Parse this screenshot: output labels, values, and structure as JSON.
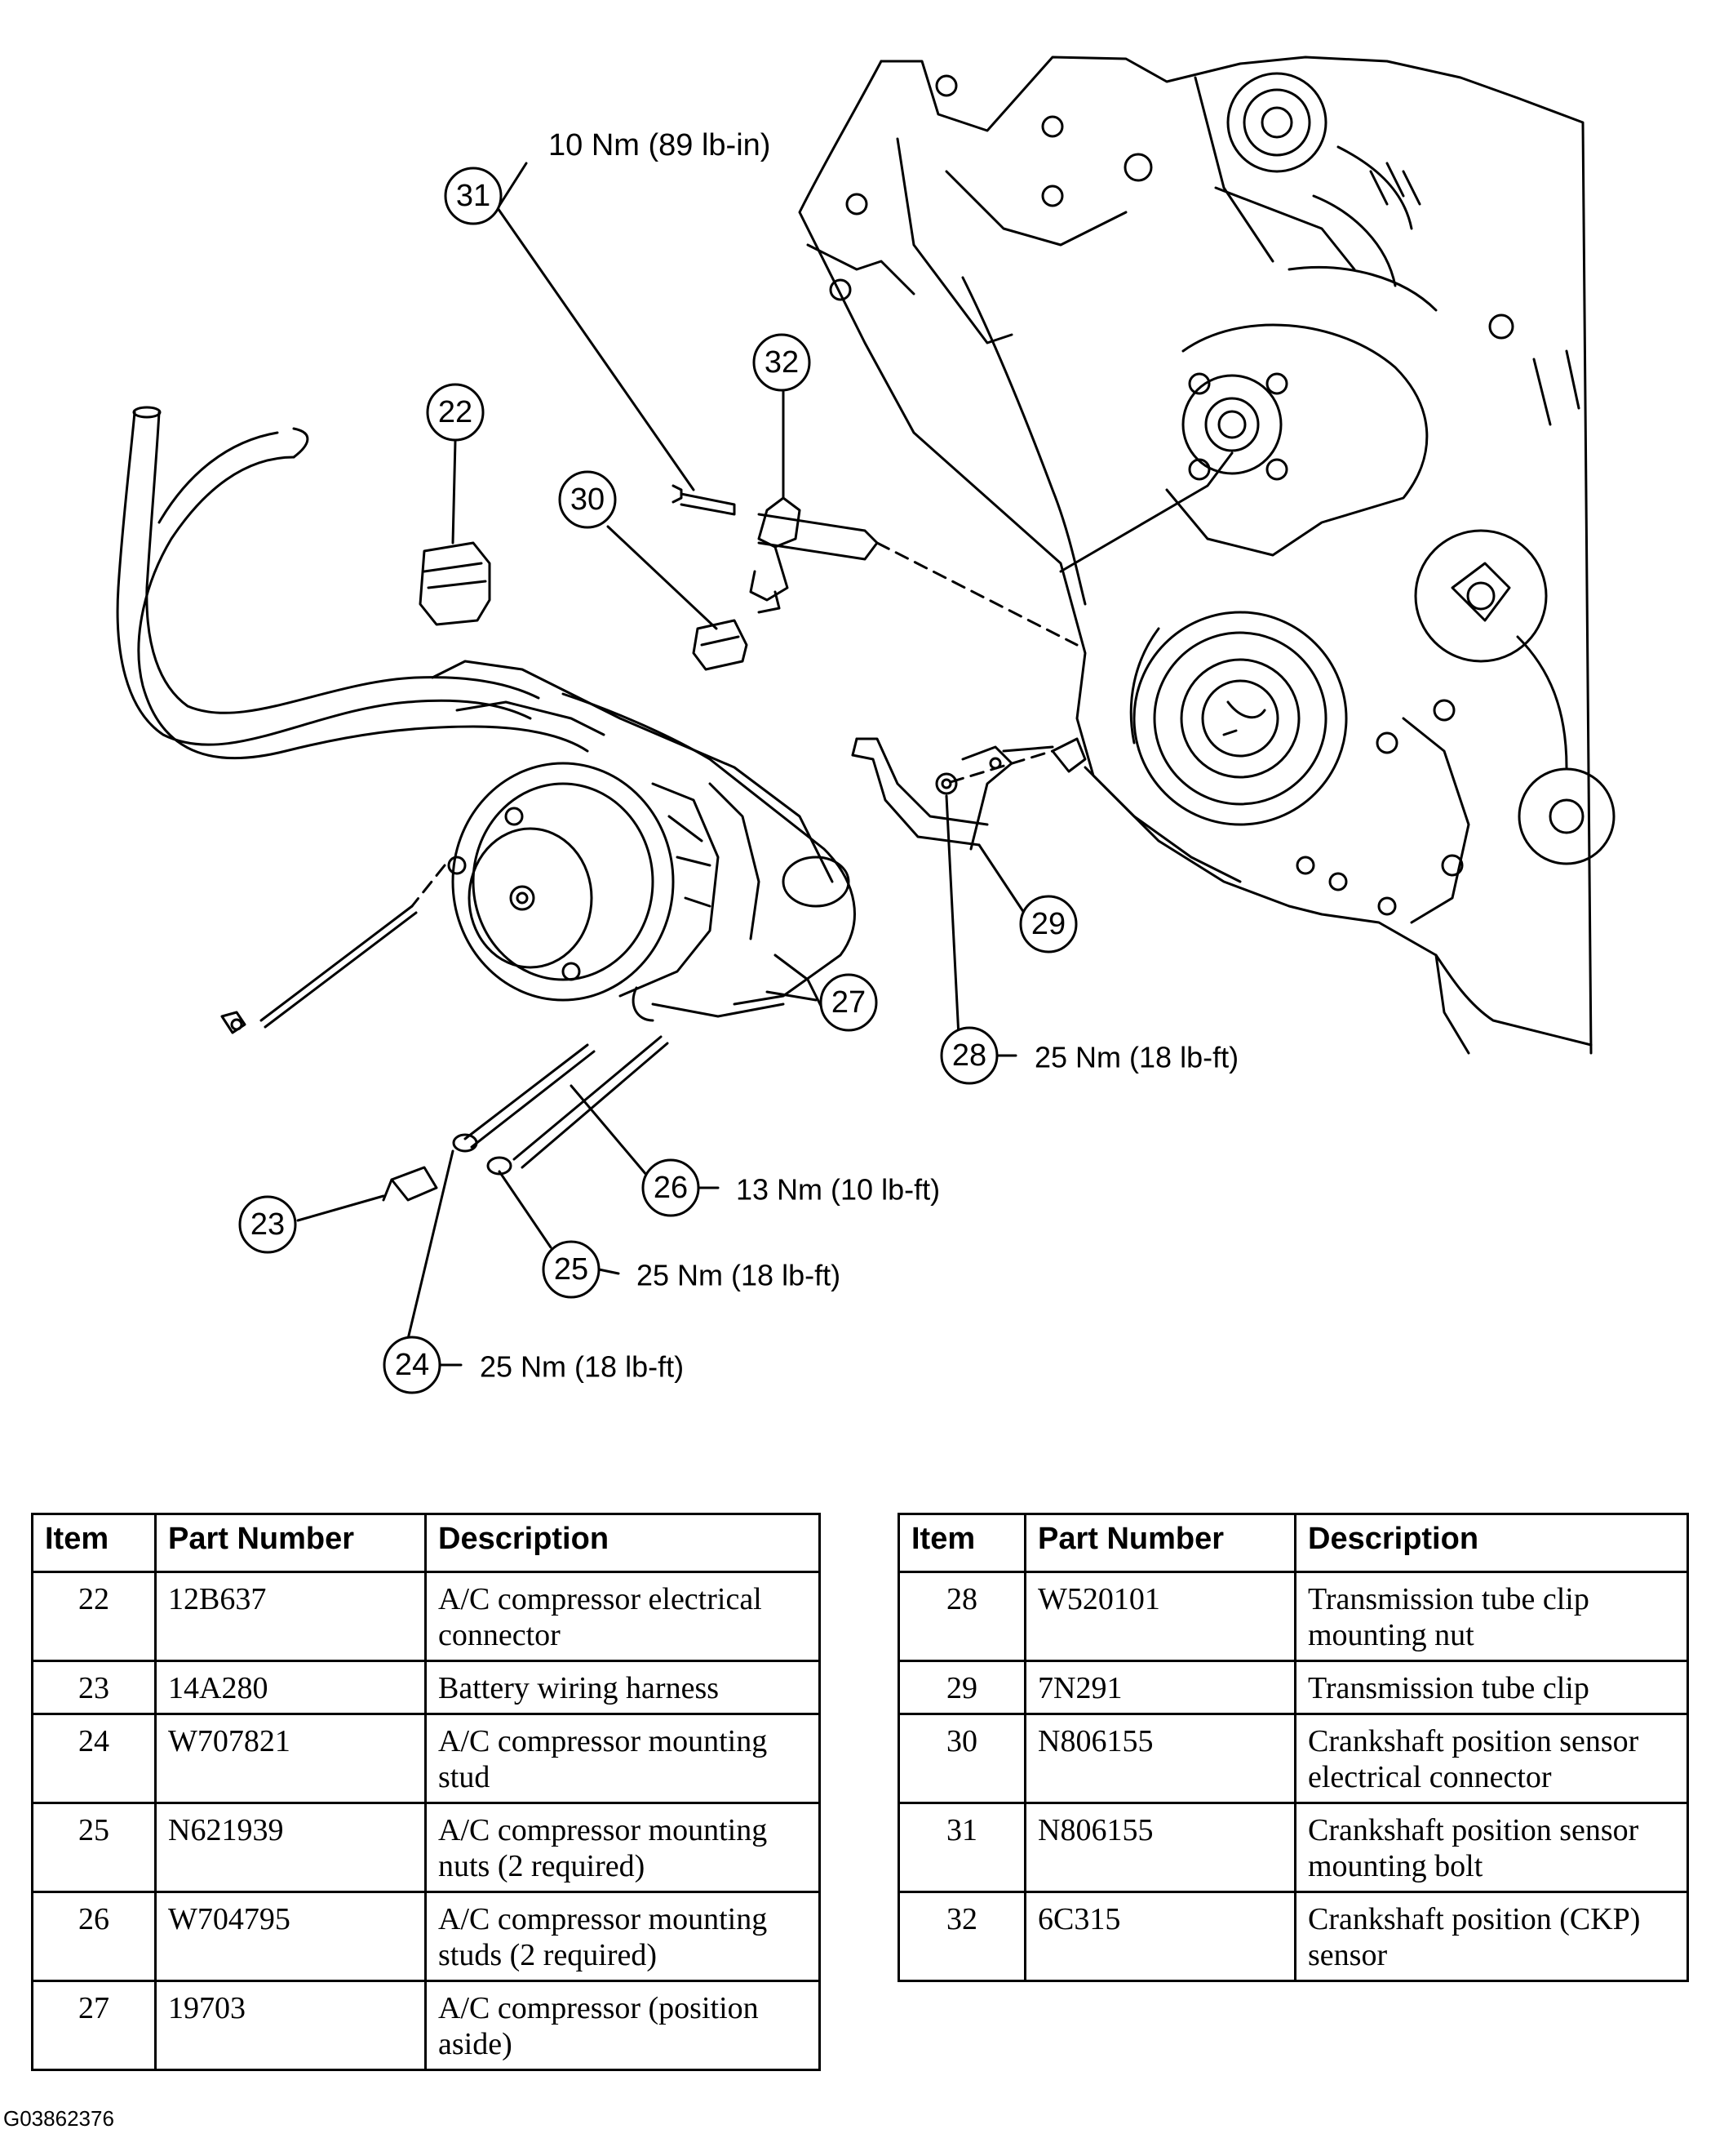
{
  "callouts": [
    {
      "num": "31",
      "torque": "10 Nm (89 lb-in)"
    },
    {
      "num": "32",
      "torque": ""
    },
    {
      "num": "22",
      "torque": ""
    },
    {
      "num": "30",
      "torque": ""
    },
    {
      "num": "27",
      "torque": ""
    },
    {
      "num": "29",
      "torque": ""
    },
    {
      "num": "28",
      "torque": "25 Nm (18 lb-ft)"
    },
    {
      "num": "26",
      "torque": "13 Nm (10 lb-ft)"
    },
    {
      "num": "23",
      "torque": ""
    },
    {
      "num": "25",
      "torque": "25 Nm (18 lb-ft)"
    },
    {
      "num": "24",
      "torque": "25 Nm (18 lb-ft)"
    }
  ],
  "table_headers": {
    "item": "Item",
    "part_number": "Part Number",
    "description": "Description"
  },
  "left_table": [
    {
      "item": "22",
      "part_number": "12B637",
      "description": "A/C compressor electrical connector"
    },
    {
      "item": "23",
      "part_number": "14A280",
      "description": "Battery wiring harness"
    },
    {
      "item": "24",
      "part_number": "W707821",
      "description": "A/C compressor mounting stud"
    },
    {
      "item": "25",
      "part_number": "N621939",
      "description": "A/C compressor mounting nuts (2 required)"
    },
    {
      "item": "26",
      "part_number": "W704795",
      "description": "A/C compressor mounting studs (2 required)"
    },
    {
      "item": "27",
      "part_number": "19703",
      "description": "A/C compressor (position aside)"
    }
  ],
  "right_table": [
    {
      "item": "28",
      "part_number": "W520101",
      "description": "Transmission tube clip mounting nut"
    },
    {
      "item": "29",
      "part_number": "7N291",
      "description": "Transmission tube clip"
    },
    {
      "item": "30",
      "part_number": "N806155",
      "description": "Crankshaft position sensor electrical connector"
    },
    {
      "item": "31",
      "part_number": "N806155",
      "description": "Crankshaft position sensor mounting bolt"
    },
    {
      "item": "32",
      "part_number": "6C315",
      "description": "Crankshaft position (CKP) sensor"
    }
  ],
  "figure_id": "G03862376"
}
